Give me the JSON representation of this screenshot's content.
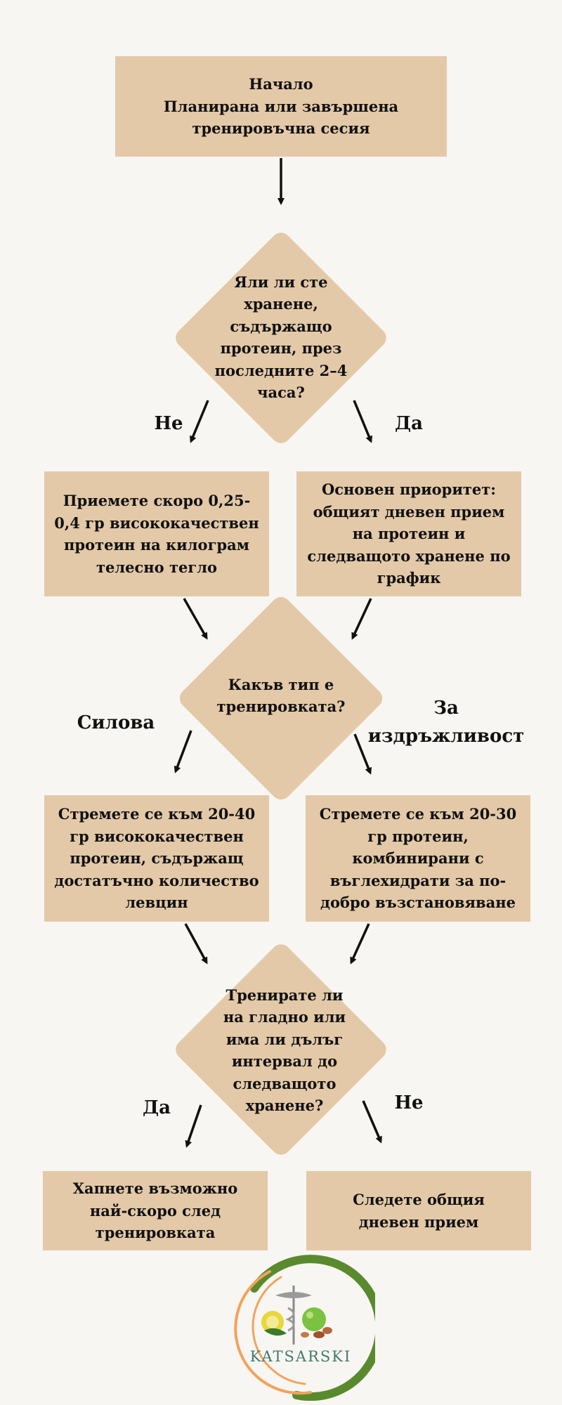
{
  "start": {
    "title": "Начало",
    "text": "Планирана или завършена тренировъчна сесия"
  },
  "decision1": {
    "question": "Яли ли сте хранене, съдържащо протеин, през последните 2–4 часа?",
    "no_label": "Не",
    "yes_label": "Да"
  },
  "box_no1": {
    "text": "Приемете скоро 0,25-0,4 гр висококачествен протеин на килограм телесно тегло"
  },
  "box_yes1": {
    "text": "Основен приоритет: общият дневен прием на протеин и следващото хранене по график"
  },
  "decision2": {
    "question": "Какъв тип е тренировката?",
    "left_label": "Силова",
    "right_label": "За издръжливост"
  },
  "box_strength": {
    "text": "Стремете се към 20-40 гр висококачествен протеин, съдържащ достатъчно количество левцин"
  },
  "box_endurance": {
    "text": "Стремете се към 20-30 гр протеин, комбинирани с въглехидрати за по-добро възстановяване"
  },
  "decision3": {
    "question": "Тренирате ли на гладно или има ли дълъг интервал до следващото хранене?",
    "yes_label": "Да",
    "no_label": "Не"
  },
  "box_yes3": {
    "text": "Хапнете възможно най-скоро след тренировката"
  },
  "box_no3": {
    "text": "Следете общия дневен прием"
  },
  "logo": {
    "brand": "KATSARSKI"
  },
  "colors": {
    "background": "#f8f6f2",
    "node_fill": "#e3c9a8",
    "logo_green": "#5a8a2e",
    "logo_orange": "#f2a35e",
    "logo_text": "#3f7a6e"
  }
}
